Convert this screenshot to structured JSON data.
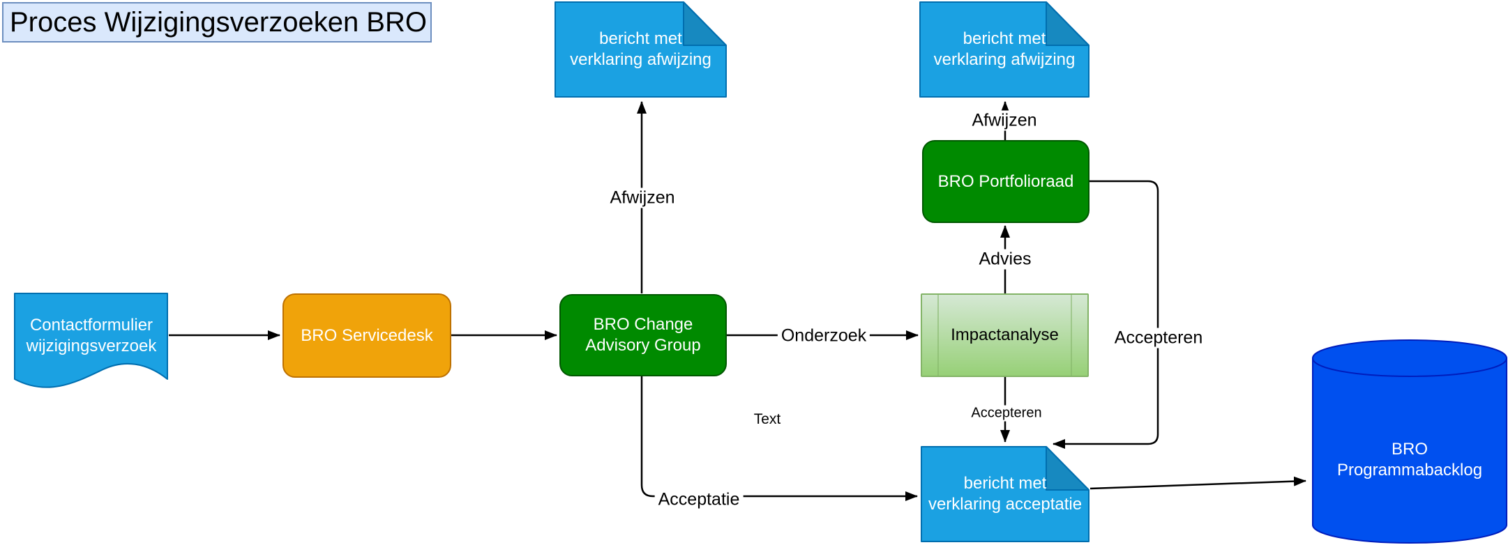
{
  "title": "Proces Wijzigingsverzoeken BRO",
  "nodes": {
    "contactformulier": {
      "lines": [
        "Contactformulier",
        "wijzigingsverzoek"
      ]
    },
    "servicedesk": {
      "label": "BRO Servicedesk"
    },
    "change_advisory_group": {
      "lines": [
        "BRO Change",
        "Advisory Group"
      ]
    },
    "doc_afwijzing_links": {
      "lines": [
        "bericht met",
        "verklaring afwijzing"
      ]
    },
    "doc_afwijzing_rechts": {
      "lines": [
        "bericht met",
        "verklaring afwijzing"
      ]
    },
    "portfolioraad": {
      "label": "BRO Portfolioraad"
    },
    "impactanalyse": {
      "label": "Impactanalyse"
    },
    "doc_acceptatie": {
      "lines": [
        "bericht met",
        "verklaring acceptatie"
      ]
    },
    "programmabacklog": {
      "lines": [
        "BRO",
        "Programmabacklog"
      ]
    }
  },
  "edge_labels": {
    "afwijzen_cag": "Afwijzen",
    "afwijzen_portfolioraad": "Afwijzen",
    "onderzoek": "Onderzoek",
    "advies": "Advies",
    "accepteren_portfolioraad": "Accepteren",
    "accepteren_impactanalyse": "Accepteren",
    "acceptatie": "Acceptatie",
    "text": "Text"
  },
  "colors": {
    "title_fill": "#DAE8FC",
    "title_stroke": "#6C8EBF",
    "document_fill": "#1BA1E2",
    "document_stroke": "#006EAF",
    "document_fold": "#1789C0",
    "process_green_fill": "#008A00",
    "process_green_stroke": "#005700",
    "process_orange_fill": "#F0A30A",
    "process_orange_stroke": "#BD7000",
    "subprocess_fill_top": "#D5E8D4",
    "subprocess_fill_bottom": "#97D077",
    "subprocess_stroke": "#82B366",
    "database_fill": "#0050EF",
    "database_stroke": "#001DBC",
    "connector": "#000000"
  }
}
